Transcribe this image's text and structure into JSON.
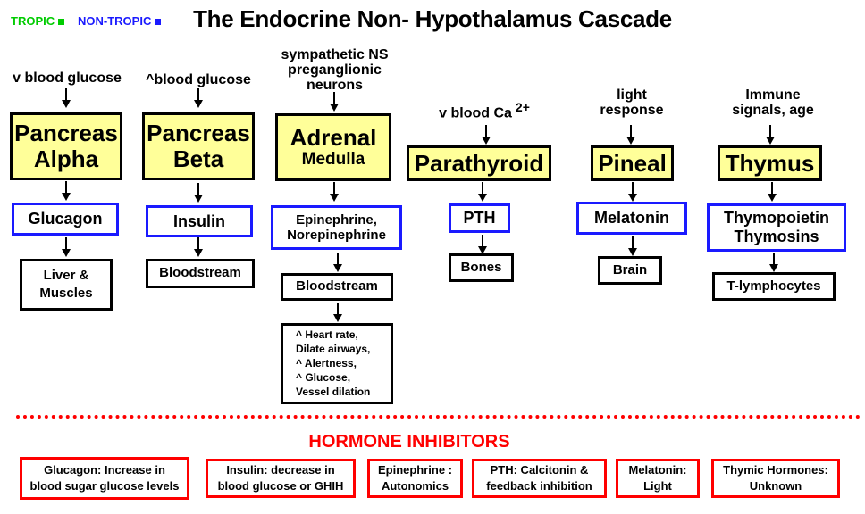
{
  "title": "The Endocrine Non- Hypothalamus Cascade",
  "legend": {
    "tropic_label": "TROPIC",
    "tropic_color": "#00cc00",
    "nontropic_label": "NON-TROPIC",
    "nontropic_color": "#1a1aff"
  },
  "columns": [
    {
      "input_lines": [
        "v blood glucose"
      ],
      "organ_lines": [
        "Pancreas",
        "Alpha"
      ],
      "hormone_lines": [
        "Glucagon"
      ],
      "target_lines": [
        "Liver &",
        "Muscles"
      ]
    },
    {
      "input_lines": [
        "^blood glucose"
      ],
      "organ_lines": [
        "Pancreas",
        "Beta"
      ],
      "hormone_lines": [
        "Insulin"
      ],
      "target_lines": [
        "Bloodstream"
      ]
    },
    {
      "input_lines": [
        "sympathetic NS",
        "preganglionic",
        "neurons"
      ],
      "organ_lines": [
        "Adrenal",
        "Medulla"
      ],
      "hormone_lines": [
        "Epinephrine,",
        "Norepinephrine"
      ],
      "target_lines": [
        "Bloodstream"
      ],
      "effects_lines": [
        "^ Heart rate,",
        "Dilate airways,",
        "^ Alertness,",
        "^ Glucose,",
        "Vessel dilation"
      ]
    },
    {
      "input_text": "v blood Ca",
      "input_sup": "2+",
      "organ_lines": [
        "Parathyroid"
      ],
      "hormone_lines": [
        "PTH"
      ],
      "target_lines": [
        "Bones"
      ]
    },
    {
      "input_lines": [
        "light",
        "response"
      ],
      "organ_lines": [
        "Pineal"
      ],
      "hormone_lines": [
        "Melatonin"
      ],
      "target_lines": [
        "Brain"
      ]
    },
    {
      "input_lines": [
        "Immune",
        "signals, age"
      ],
      "organ_lines": [
        "Thymus"
      ],
      "hormone_lines": [
        "Thymopoietin",
        "Thymosins"
      ],
      "target_lines": [
        "T-lymphocytes"
      ]
    }
  ],
  "inhibitors": {
    "heading": "HORMONE INHIBITORS",
    "items": [
      [
        "Glucagon: Increase in",
        "blood sugar glucose levels"
      ],
      [
        "Insulin: decrease in",
        "blood glucose or GHIH"
      ],
      [
        "Epinephrine :",
        "Autonomics"
      ],
      [
        "PTH: Calcitonin  &",
        "feedback inhibition"
      ],
      [
        "Melatonin:",
        "Light"
      ],
      [
        "Thymic Hormones:",
        "Unknown"
      ]
    ]
  }
}
